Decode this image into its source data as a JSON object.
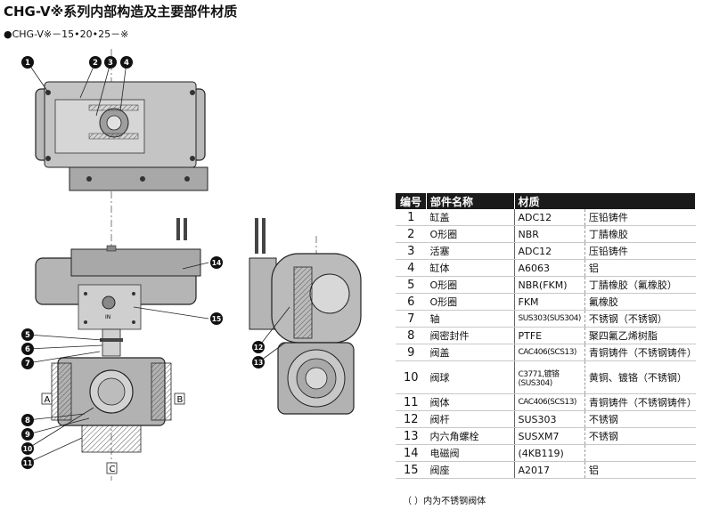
{
  "page": {
    "title": "CHG-V※系列内部构造及主要部件材质",
    "subtitle": "●CHG-V※－15•20•25－※"
  },
  "table": {
    "headers": [
      "编号",
      "部件名称",
      "材质"
    ],
    "rows": [
      {
        "num": "1",
        "name": "缸盖",
        "material": "ADC12",
        "note": "压铅铸件"
      },
      {
        "num": "2",
        "name": "O形圈",
        "material": "NBR",
        "note": "丁腈橡胶"
      },
      {
        "num": "3",
        "name": "活塞",
        "material": "ADC12",
        "note": "压铅铸件"
      },
      {
        "num": "4",
        "name": "缸体",
        "material": "A6063",
        "note": "铝"
      },
      {
        "num": "5",
        "name": "O形圈",
        "material": "NBR(FKM)",
        "note": "丁腈橡胶（氟橡胶）"
      },
      {
        "num": "6",
        "name": "O形圈",
        "material": "FKM",
        "note": "氟橡胶"
      },
      {
        "num": "7",
        "name": "轴",
        "material": "SUS303(SUS304)",
        "note": "不锈钢（不锈钢）"
      },
      {
        "num": "8",
        "name": "阀密封件",
        "material": "PTFE",
        "note": "聚四氟乙烯树脂"
      },
      {
        "num": "9",
        "name": "阀盖",
        "material": "CAC406(SCS13)",
        "note": "青铜铸件（不锈钢铸件）"
      },
      {
        "num": "10",
        "name": "阀球",
        "material": "C3771,镀铬\n(SUS304)",
        "note": "黄铜、镀铬（不锈钢）"
      },
      {
        "num": "11",
        "name": "阀体",
        "material": "CAC406(SCS13)",
        "note": "青铜铸件（不锈钢铸件）"
      },
      {
        "num": "12",
        "name": "阀杆",
        "material": "SUS303",
        "note": "不锈钢"
      },
      {
        "num": "13",
        "name": "内六角螺栓",
        "material": "SUSXM7",
        "note": "不锈钢"
      },
      {
        "num": "14",
        "name": "电磁阀",
        "material": "(4KB119)",
        "note": ""
      },
      {
        "num": "15",
        "name": "阀座",
        "material": "A2017",
        "note": "铝"
      }
    ],
    "footnote": "（ ）内为不锈钢阀体"
  },
  "drawing": {
    "callouts": [
      "1",
      "2",
      "3",
      "4",
      "5",
      "6",
      "7",
      "8",
      "9",
      "10",
      "11",
      "12",
      "13",
      "14",
      "15"
    ],
    "port_labels": [
      "A",
      "B",
      "C"
    ],
    "in_label": "IN"
  }
}
